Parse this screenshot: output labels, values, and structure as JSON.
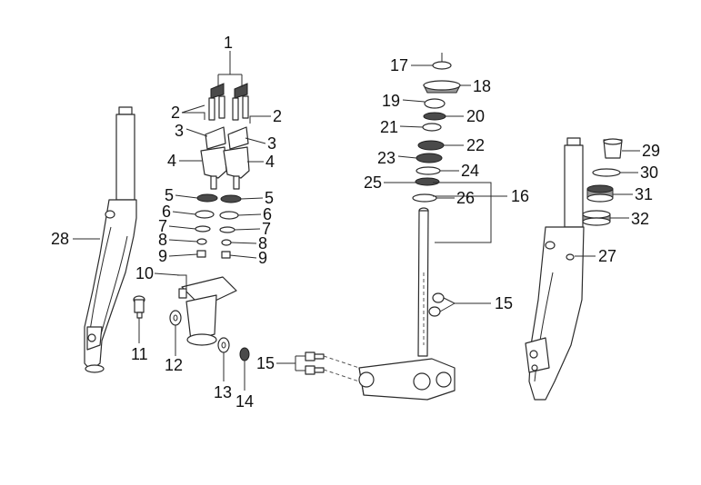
{
  "callouts": [
    {
      "id": "c1",
      "text": "1"
    },
    {
      "id": "c2a",
      "text": "2"
    },
    {
      "id": "c2b",
      "text": "2"
    },
    {
      "id": "c3a",
      "text": "3"
    },
    {
      "id": "c3b",
      "text": "3"
    },
    {
      "id": "c4a",
      "text": "4"
    },
    {
      "id": "c4b",
      "text": "4"
    },
    {
      "id": "c5a",
      "text": "5"
    },
    {
      "id": "c5b",
      "text": "5"
    },
    {
      "id": "c6a",
      "text": "6"
    },
    {
      "id": "c6b",
      "text": "6"
    },
    {
      "id": "c7a",
      "text": "7"
    },
    {
      "id": "c7b",
      "text": "7"
    },
    {
      "id": "c8a",
      "text": "8"
    },
    {
      "id": "c8b",
      "text": "8"
    },
    {
      "id": "c9a",
      "text": "9"
    },
    {
      "id": "c9b",
      "text": "9"
    },
    {
      "id": "c10",
      "text": "10"
    },
    {
      "id": "c11",
      "text": "11"
    },
    {
      "id": "c12",
      "text": "12"
    },
    {
      "id": "c13",
      "text": "13"
    },
    {
      "id": "c14",
      "text": "14"
    },
    {
      "id": "c15a",
      "text": "15"
    },
    {
      "id": "c15b",
      "text": "15"
    },
    {
      "id": "c16",
      "text": "16"
    },
    {
      "id": "c17",
      "text": "17"
    },
    {
      "id": "c18",
      "text": "18"
    },
    {
      "id": "c19",
      "text": "19"
    },
    {
      "id": "c20",
      "text": "20"
    },
    {
      "id": "c21",
      "text": "21"
    },
    {
      "id": "c22",
      "text": "22"
    },
    {
      "id": "c23",
      "text": "23"
    },
    {
      "id": "c24",
      "text": "24"
    },
    {
      "id": "c25",
      "text": "25"
    },
    {
      "id": "c26",
      "text": "26"
    },
    {
      "id": "c27",
      "text": "27"
    },
    {
      "id": "c28",
      "text": "28"
    },
    {
      "id": "c29",
      "text": "29"
    },
    {
      "id": "c30",
      "text": "30"
    },
    {
      "id": "c31",
      "text": "31"
    },
    {
      "id": "c32",
      "text": "32"
    }
  ]
}
